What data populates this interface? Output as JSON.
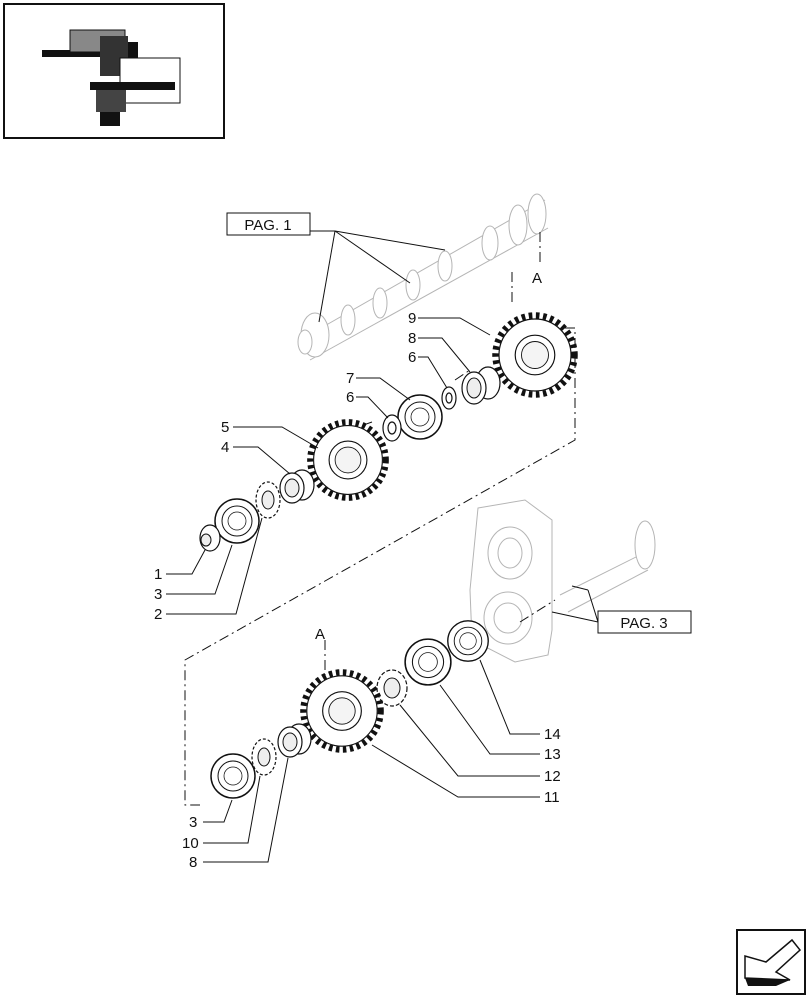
{
  "refs": {
    "page1": "PAG. 1",
    "page3": "PAG. 3",
    "section_top": "A",
    "section_bottom": "A"
  },
  "callouts": {
    "c1": "1",
    "c2": "2",
    "c3a": "3",
    "c3b": "3",
    "c4": "4",
    "c5": "5",
    "c6a": "6",
    "c6b": "6",
    "c7": "7",
    "c8a": "8",
    "c8b": "8",
    "c9": "9",
    "c10": "10",
    "c11": "11",
    "c12": "12",
    "c13": "13",
    "c14": "14"
  },
  "icons": {
    "thumbnail": "assembly-thumbnail-icon",
    "next_page": "next-page-arrow-icon"
  }
}
